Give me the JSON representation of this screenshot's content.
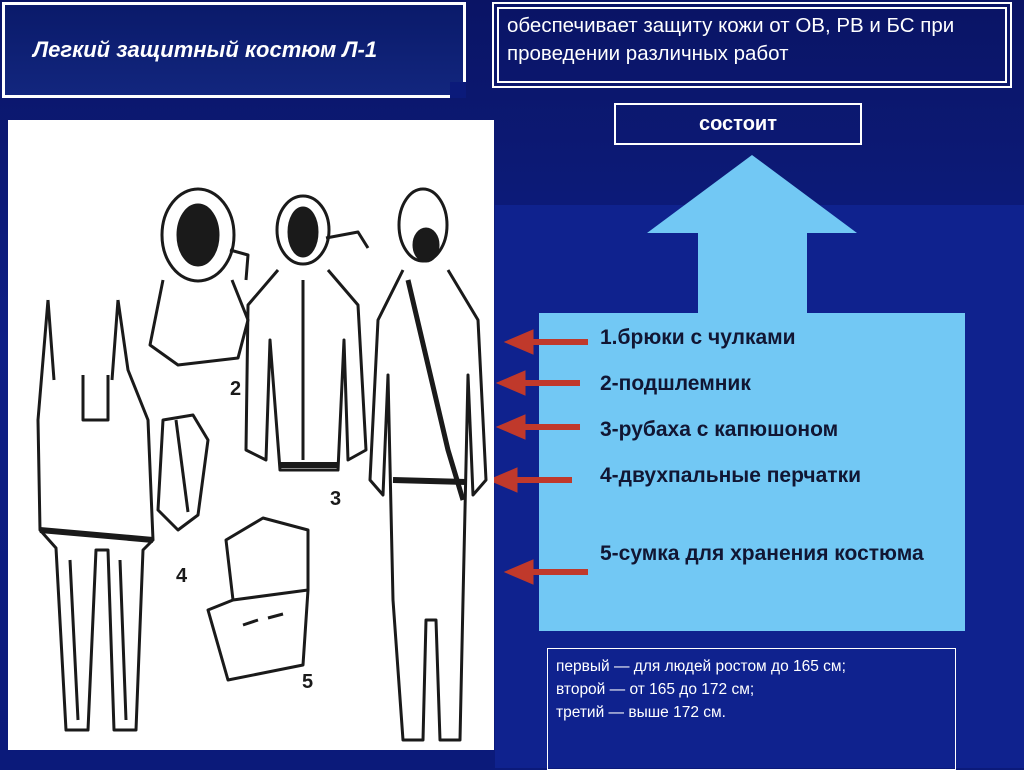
{
  "title": "Легкий защитный костюм Л-1",
  "description": "обеспечивает защиту кожи от ОВ, РВ и БС при проведении различных работ",
  "consists_label": "состоит",
  "components": [
    "1.брюки с чулками",
    "2-подшлемник",
    "3-рубаха с капюшоном",
    " 4-двухпальные перчатки",
    " 5-сумка для хранения костюма"
  ],
  "figure_numbers": [
    "2",
    "3",
    "4",
    "5"
  ],
  "sizes": [
    "первый — для людей ростом до 165 см;",
    "второй — от 165 до 172 см;",
    "третий — выше 172 см."
  ],
  "colors": {
    "background": "#0b1a7a",
    "panel": "#72c8f4",
    "pointer_arrows": "#c0392b",
    "text_light": "#ffffff"
  }
}
